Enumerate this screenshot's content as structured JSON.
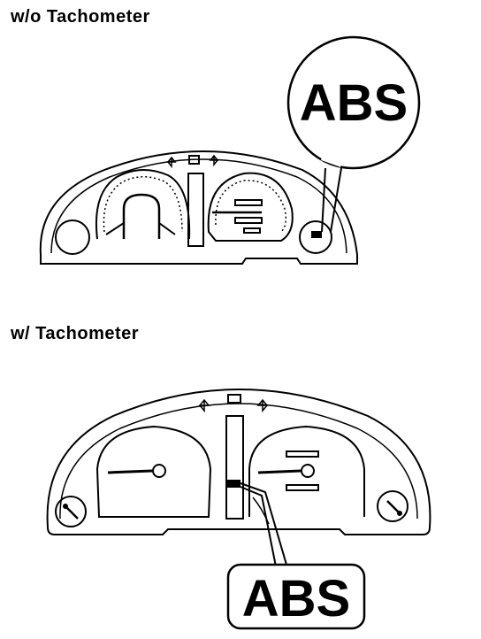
{
  "panels": [
    {
      "heading": "w/o Tachometer",
      "callout": "ABS"
    },
    {
      "heading": "w/ Tachometer",
      "callout": "ABS"
    }
  ]
}
